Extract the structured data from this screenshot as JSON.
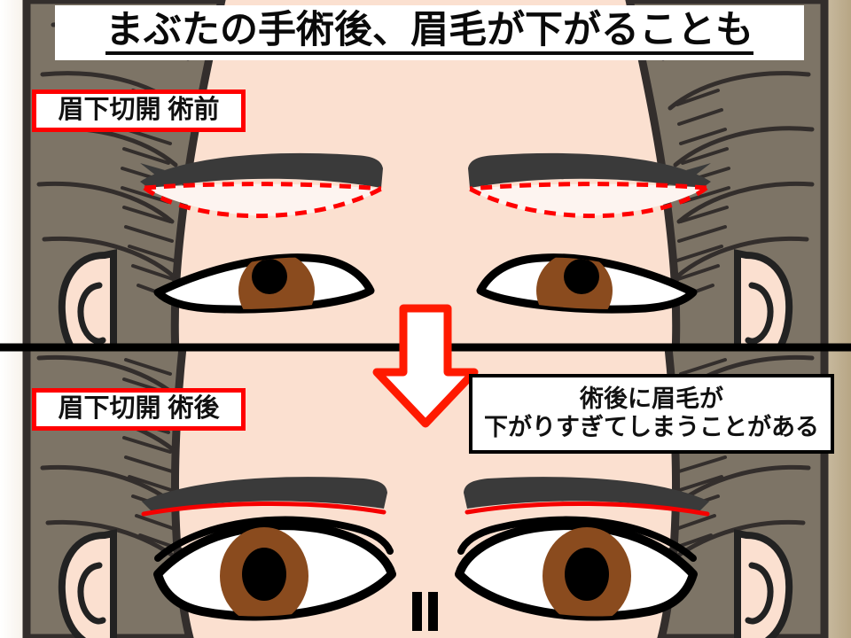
{
  "title": {
    "text": "まぶたの手術後、眉毛が下がることも"
  },
  "labels": {
    "before": "眉下切開 術前",
    "after": "眉下切開 術後"
  },
  "callout": {
    "line1": "術後に眉毛が",
    "line2": "下がりすぎてしまうことがある"
  },
  "colors": {
    "skin": "#fbe0d0",
    "hair_fill": "#7d7466",
    "hair_outline": "#332e2c",
    "eyebrow": "#3a3a3a",
    "iris": "#8a4b1e",
    "pupil": "#000000",
    "sclera": "#ffffff",
    "incision_red": "#ff0000",
    "scar_red": "#f50000",
    "divider_black": "#000000",
    "background_right": "#c3b49a",
    "label_border": "#ff0000",
    "callout_border": "#000000"
  },
  "annotations": {
    "incision_marking": "red-dashed-incision-outline",
    "scar_line": "red-post-op-scar-line",
    "arrow": "down-arrow-before-to-after",
    "divider": "horizontal-panel-divider"
  }
}
